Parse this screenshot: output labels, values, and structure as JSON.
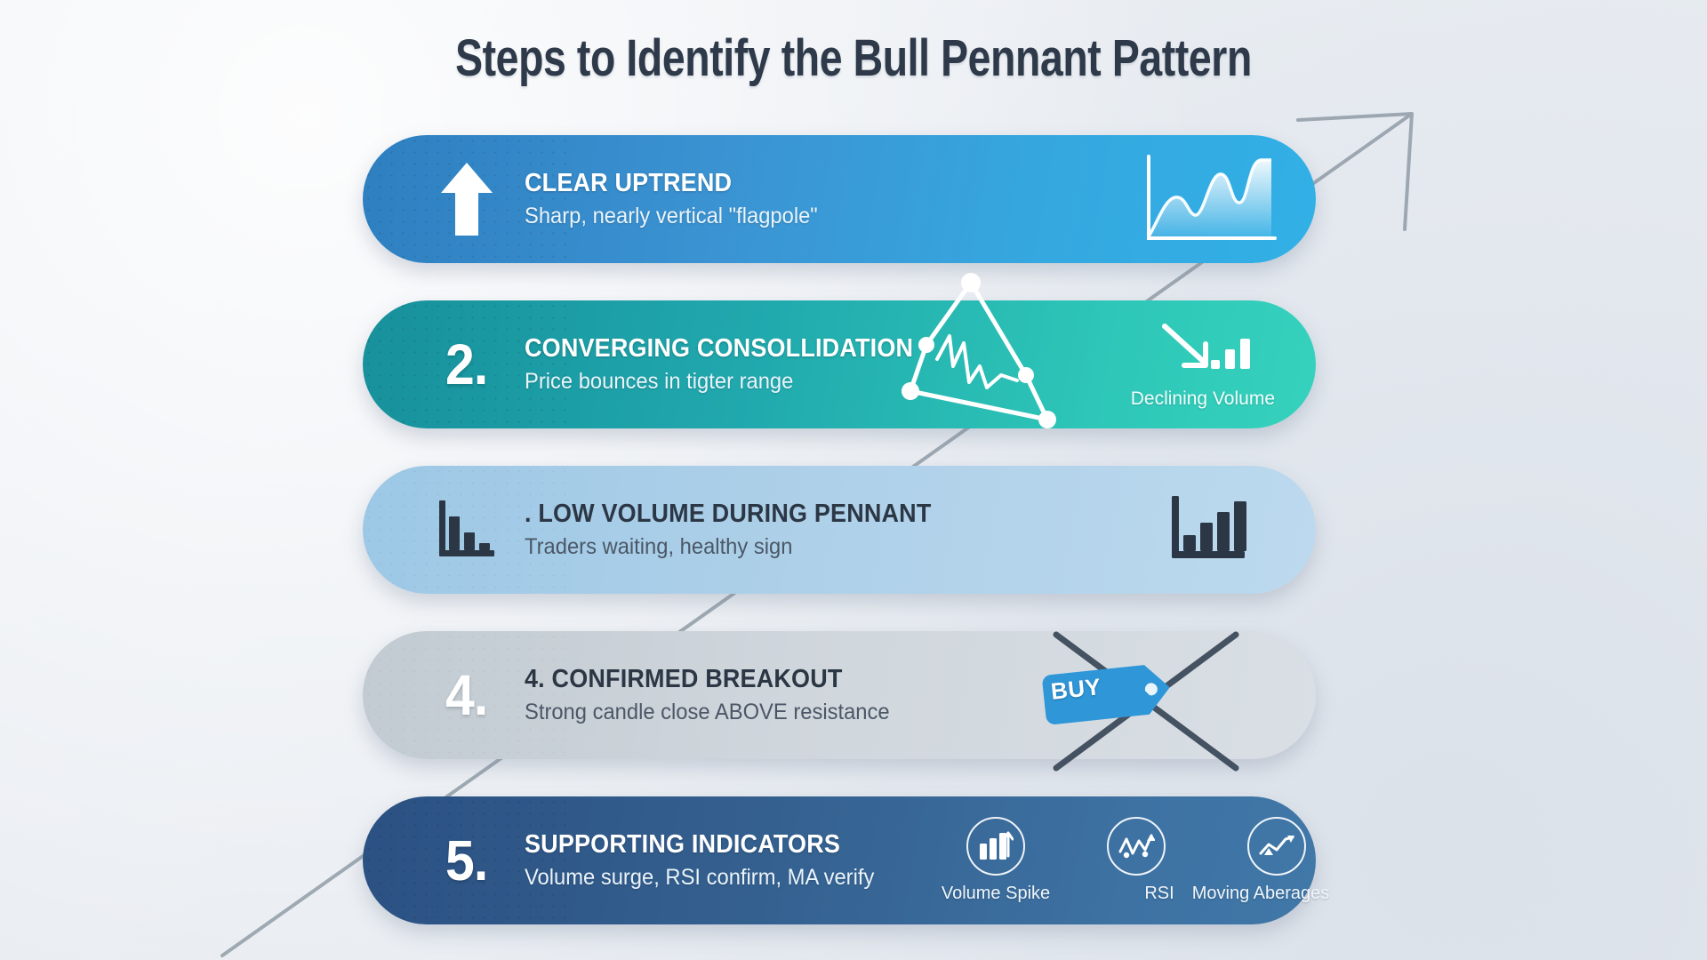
{
  "title": "Steps to Identify the Bull Pennant Pattern",
  "background": {
    "arrow_icon": "diagonal-growth-arrow",
    "arrow_color": "#9aa4ae",
    "page_color": "#eceff4"
  },
  "colors": {
    "card1_start": "#2e7fc0",
    "card1_end": "#31b0e6",
    "card2_start": "#17909b",
    "card2_end": "#36d2bd",
    "card3_start": "#9cc8e6",
    "card3_end": "#bcd9ee",
    "card4_start": "#c2cbd2",
    "card4_end": "#d9dfe4",
    "card5_start": "#2b5183",
    "card5_end": "#4078a8",
    "title_color": "#2e3a4a",
    "buy_tag": "#2f96d8"
  },
  "steps": [
    {
      "marker": "",
      "marker_icon": "up-arrow-icon",
      "title": "CLEAR UPTREND",
      "subtitle": "Sharp, nearly vertical \"flagpole\"",
      "art_icon": "area-chart-icon"
    },
    {
      "marker": "2.",
      "marker_icon": "",
      "title": "CONVERGING CONSOLLIDATION",
      "subtitle": "Price bounces in tigter range",
      "art_icon": "pennant-triangle-icon",
      "badge_icon": "down-arrow-declining-bars-icon",
      "badge_label": "Declining Volume"
    },
    {
      "marker": "",
      "marker_icon": "descending-bar-chart-icon",
      "title": ". LOW VOLUME DURING PENNANT",
      "subtitle": "Traders waiting, healthy sign",
      "art_icon": "ascending-bar-chart-icon"
    },
    {
      "marker": "4.",
      "marker_icon": "",
      "title": "4. CONFIRMED BREAKOUT",
      "subtitle": "Strong candle close ABOVE resistance",
      "art_icon": "buy-tag-with-cross-icon",
      "badge_label": "BUY"
    },
    {
      "marker": "5.",
      "marker_icon": "",
      "title": "SUPPORTING INDICATORS",
      "subtitle": "Volume surge, RSI confirm, MA verify",
      "indicators": [
        {
          "label": "Volume Spike",
          "icon": "volume-bars-up-arrow-icon"
        },
        {
          "label": "RSI",
          "icon": "rsi-wave-icon"
        },
        {
          "label": "Moving Aberages",
          "icon": "moving-average-line-icon"
        }
      ]
    }
  ]
}
